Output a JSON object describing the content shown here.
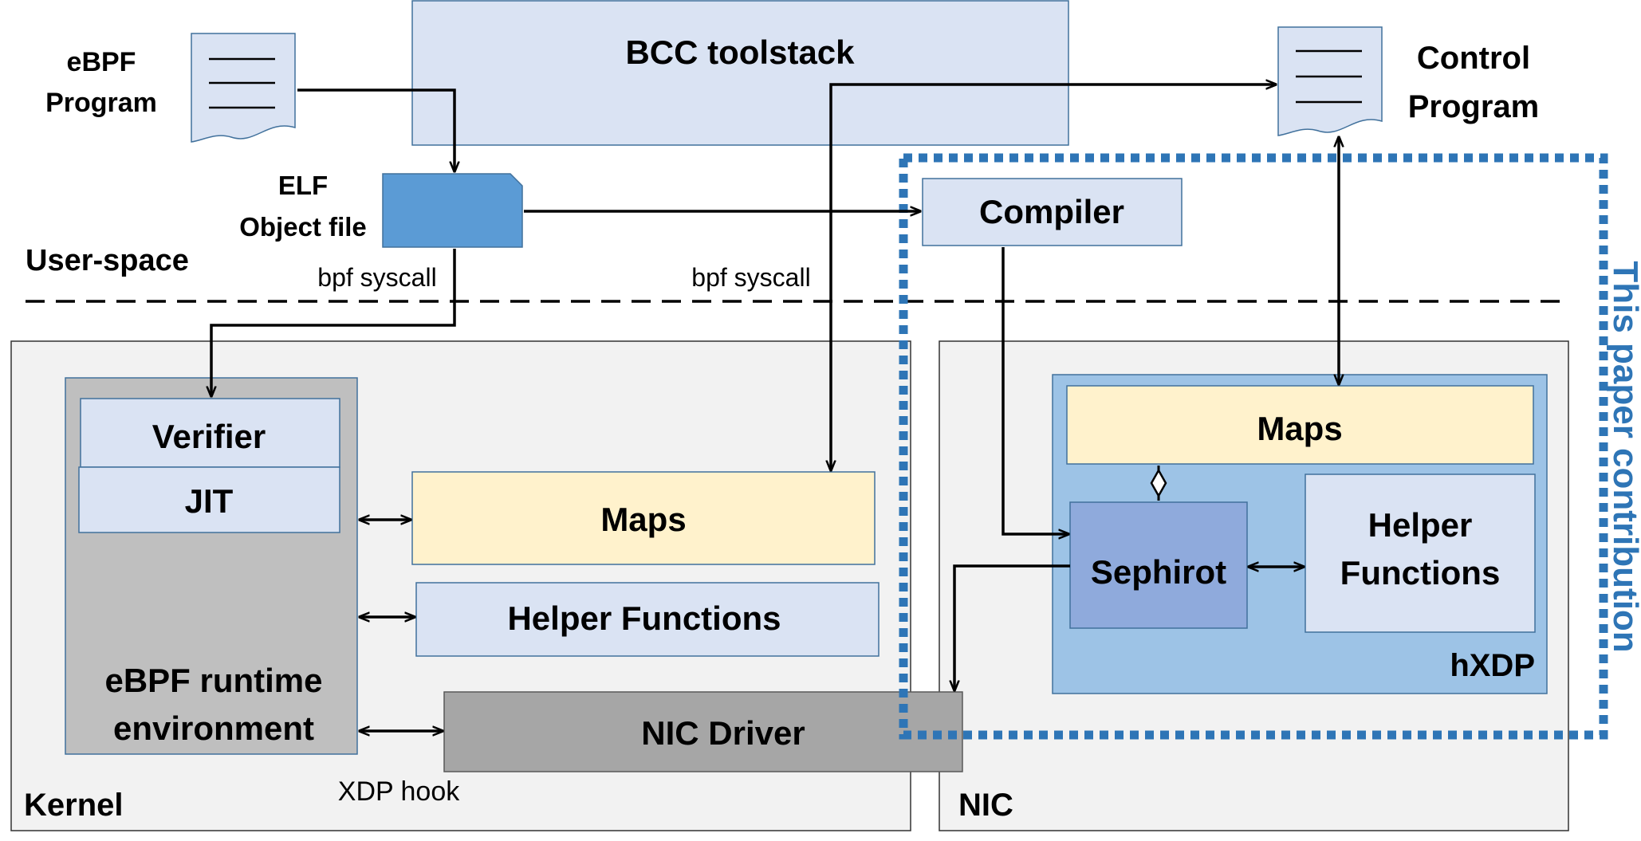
{
  "labels": {
    "ebpf_program_line1": "eBPF",
    "ebpf_program_line2": "Program",
    "bcc_toolstack": "BCC toolstack",
    "control_program_line1": "Control",
    "control_program_line2": "Program",
    "elf_line1": "ELF",
    "elf_line2": "Object file",
    "compiler": "Compiler",
    "user_space": "User-space",
    "bpf_syscall_left": "bpf syscall",
    "bpf_syscall_right": "bpf syscall",
    "this_paper_contribution": "This paper contribution",
    "verifier": "Verifier",
    "jit": "JIT",
    "kernel_maps": "Maps",
    "kernel_helper_functions": "Helper Functions",
    "runtime_line1": "eBPF runtime",
    "runtime_line2": "environment",
    "nic_driver": "NIC Driver",
    "xdp_hook": "XDP hook",
    "kernel": "Kernel",
    "nic": "NIC",
    "hxdp_maps": "Maps",
    "sephirot": "Sephirot",
    "hxdp_helper_line1": "Helper",
    "hxdp_helper_line2": "Functions",
    "hxdp": "hXDP"
  },
  "colors": {
    "panel_gray": "#f2f2f2",
    "runtime_gray": "#bfbfbf",
    "driver_gray": "#a6a6a6",
    "light_blue": "#dae3f3",
    "elf_blue": "#5b9bd5",
    "maps_yellow": "#fff2cc",
    "hxdp_blue": "#9dc3e6",
    "sephirot_blue": "#8faadc",
    "contribution_blue": "#2e75b6",
    "arrow": "#000000"
  }
}
